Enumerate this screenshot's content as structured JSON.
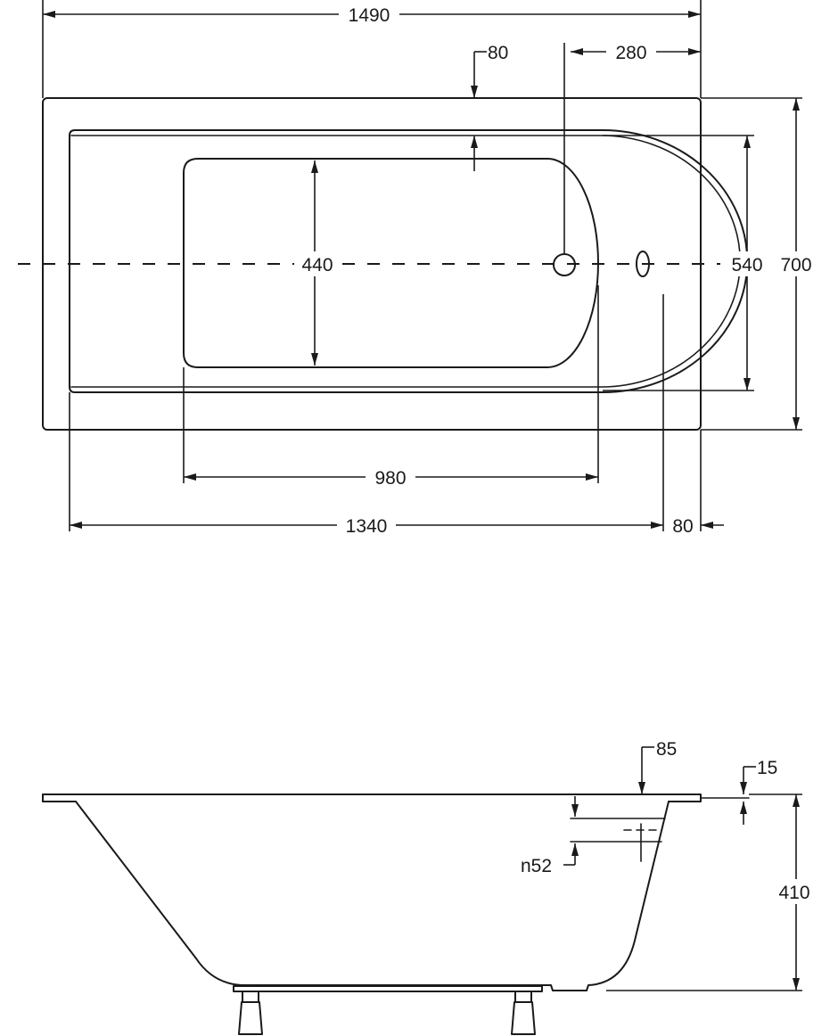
{
  "plan_view": {
    "overall_length": "1490",
    "overall_width": "700",
    "inner_length": "1340",
    "inner_width": "540",
    "basin_length": "980",
    "basin_width": "440",
    "rim_offset_top": "80",
    "rim_offset_end": "80",
    "drain_offset": "280"
  },
  "side_view": {
    "rim_width": "85",
    "rim_thickness": "15",
    "depth": "410",
    "overflow_diameter": "n52"
  }
}
